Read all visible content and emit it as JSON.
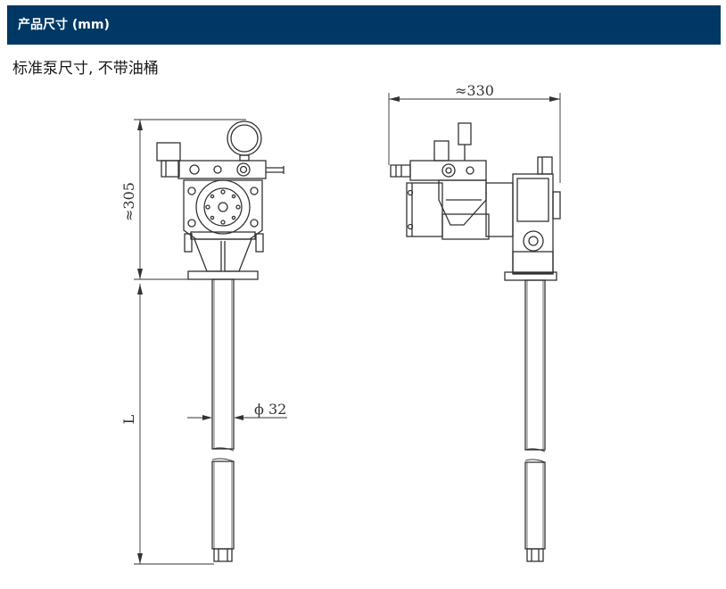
{
  "header": {
    "title": "产品尺寸 (mm)"
  },
  "subtitle": "标准泵尺寸, 不带油桶",
  "diagram": {
    "dim_height": "≈305",
    "dim_width": "≈330",
    "dim_tube": "ϕ 32",
    "dim_length": "L"
  },
  "colors": {
    "header_bg": "#003865",
    "header_text": "#ffffff",
    "line": "#333333"
  }
}
